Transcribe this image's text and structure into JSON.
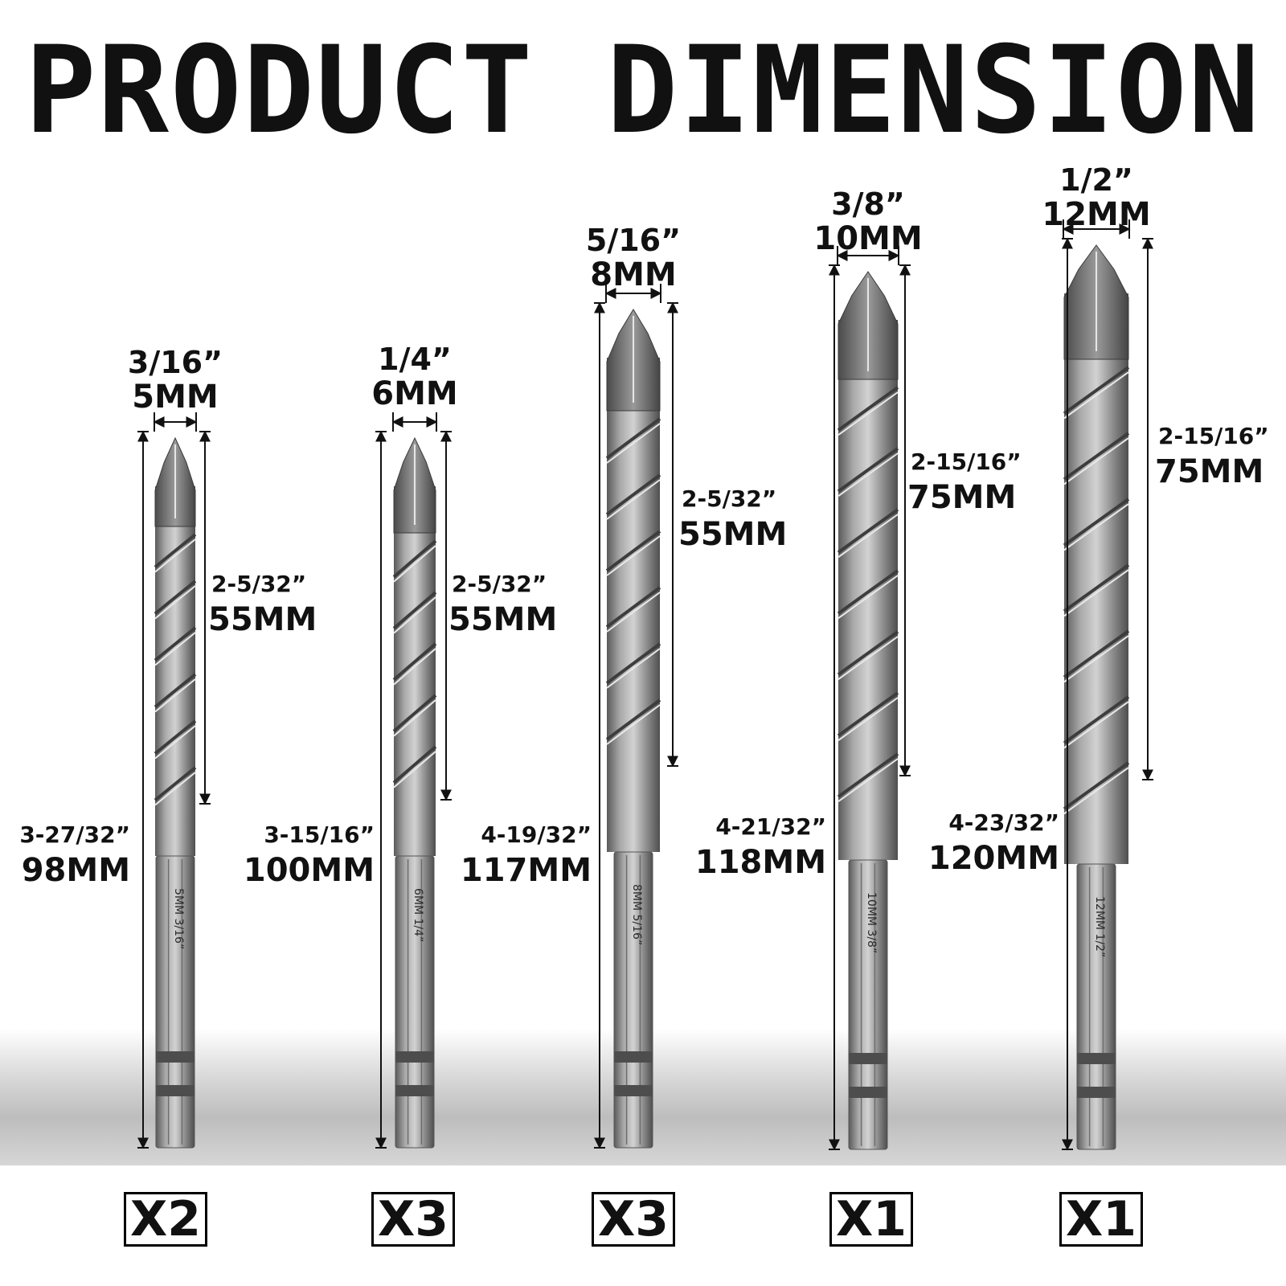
{
  "title": "PRODUCT DIMENSION",
  "colors": {
    "background": "#ffffff",
    "text": "#111111",
    "bit_steel": "#8c8c8c"
  },
  "bits": [
    {
      "tip_in": "3/16”",
      "tip_mm": "5MM",
      "flute_in": "2-5/32”",
      "flute_mm": "55MM",
      "total_in": "3-27/32”",
      "total_mm": "98MM",
      "shank_mark": "5MM 3/16”",
      "qty": "X2"
    },
    {
      "tip_in": "1/4”",
      "tip_mm": "6MM",
      "flute_in": "2-5/32”",
      "flute_mm": "55MM",
      "total_in": "3-15/16”",
      "total_mm": "100MM",
      "shank_mark": "6MM 1/4”",
      "qty": "X3"
    },
    {
      "tip_in": "5/16”",
      "tip_mm": "8MM",
      "flute_in": "2-5/32”",
      "flute_mm": "55MM",
      "total_in": "4-19/32”",
      "total_mm": "117MM",
      "shank_mark": "8MM 5/16”",
      "qty": "X3"
    },
    {
      "tip_in": "3/8”",
      "tip_mm": "10MM",
      "flute_in": "2-15/16”",
      "flute_mm": "75MM",
      "total_in": "4-21/32”",
      "total_mm": "118MM",
      "shank_mark": "10MM 3/8”",
      "qty": "X1"
    },
    {
      "tip_in": "1/2”",
      "tip_mm": "12MM",
      "flute_in": "2-15/16”",
      "flute_mm": "75MM",
      "total_in": "4-23/32”",
      "total_mm": "120MM",
      "shank_mark": "12MM 1/2”",
      "qty": "X1"
    }
  ]
}
